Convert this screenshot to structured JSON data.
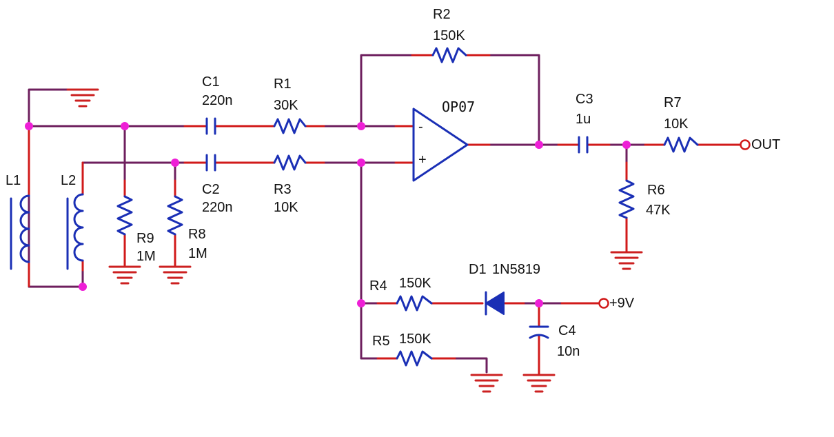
{
  "components": {
    "L1": {
      "ref": "L1"
    },
    "L2": {
      "ref": "L2"
    },
    "C1": {
      "ref": "C1",
      "value": "220n"
    },
    "C2": {
      "ref": "C2",
      "value": "220n"
    },
    "C3": {
      "ref": "C3",
      "value": "1u"
    },
    "C4": {
      "ref": "C4",
      "value": "10n"
    },
    "R1": {
      "ref": "R1",
      "value": "30K"
    },
    "R2": {
      "ref": "R2",
      "value": "150K"
    },
    "R3": {
      "ref": "R3",
      "value": "10K"
    },
    "R4": {
      "ref": "R4",
      "value": "150K"
    },
    "R5": {
      "ref": "R5",
      "value": "150K"
    },
    "R6": {
      "ref": "R6",
      "value": "47K"
    },
    "R7": {
      "ref": "R7",
      "value": "10K"
    },
    "R8": {
      "ref": "R8",
      "value": "1M"
    },
    "R9": {
      "ref": "R9",
      "value": "1M"
    },
    "U1": {
      "ref": "OP07",
      "minus": "-",
      "plus": "+"
    },
    "D1": {
      "ref": "D1",
      "value": "1N5819"
    }
  },
  "terminals": {
    "out": "OUT",
    "supply": "+9V"
  },
  "colors": {
    "wire": "#6e1f5e",
    "lead": "#d11a1a",
    "component": "#1a2fb5",
    "node": "#ee1fd6"
  }
}
